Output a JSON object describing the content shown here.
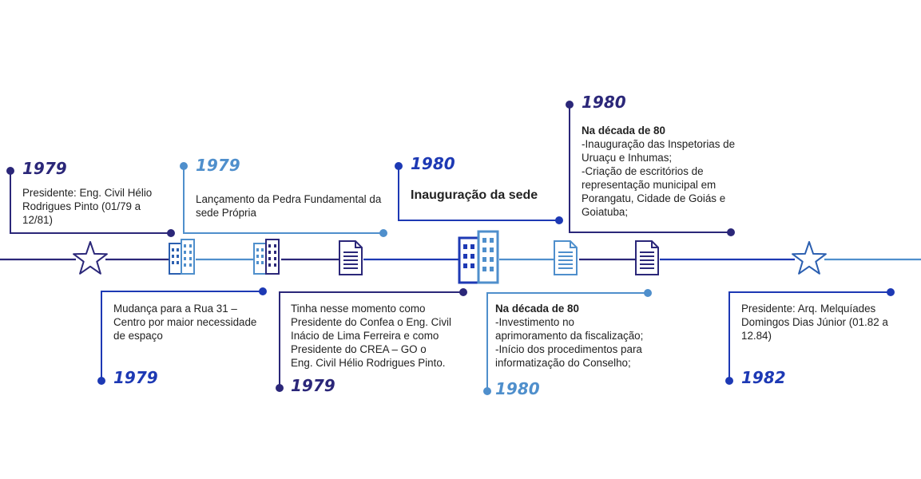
{
  "colors": {
    "dark": "#2b2779",
    "blue": "#1d39b4",
    "light": "#4f8fcc",
    "text": "#222222"
  },
  "icons": [
    "star-icon",
    "building-icon",
    "building-icon",
    "document-icon",
    "building-icon",
    "document-icon",
    "document-icon",
    "star-icon"
  ],
  "events": [
    {
      "id": "e1",
      "year": "1979",
      "lines": [
        "Presidente: Eng. Civil Hélio",
        "Rodrigues Pinto (01/79 a",
        "12/81)"
      ]
    },
    {
      "id": "e2",
      "year": "1979",
      "lines": [
        "Mudança para a Rua 31 –",
        "Centro por maior necessidade",
        "de espaço"
      ]
    },
    {
      "id": "e3",
      "year": "1979",
      "lines": [
        "Lançamento da Pedra Fundamental da",
        "sede Própria"
      ]
    },
    {
      "id": "e4",
      "year": "1979",
      "lines": [
        "Tinha nesse momento como",
        "Presidente do Confea o Eng. Civil",
        "Inácio de Lima Ferreira e como",
        "Presidente do CREA – GO o",
        "Eng. Civil Hélio Rodrigues Pinto."
      ]
    },
    {
      "id": "e5",
      "year": "1980",
      "heading": "Inauguração da sede"
    },
    {
      "id": "e6",
      "year": "1980",
      "title": "Na década de 80",
      "lines": [
        "-Investimento no",
        "aprimoramento da fiscalização;",
        "-Início dos procedimentos para",
        "informatização do Conselho;"
      ]
    },
    {
      "id": "e7",
      "year": "1980",
      "title": "Na década de 80",
      "lines": [
        "-Inauguração das Inspetorias de",
        "Uruaçu e Inhumas;",
        "-Criação de escritórios de",
        "representação municipal em",
        "Porangatu, Cidade de Goiás e",
        "Goiatuba;"
      ]
    },
    {
      "id": "e8",
      "year": "1982",
      "lines": [
        "Presidente: Arq. Melquíades",
        "Domingos Dias Júnior (01.82 a",
        "12.84)"
      ]
    }
  ]
}
